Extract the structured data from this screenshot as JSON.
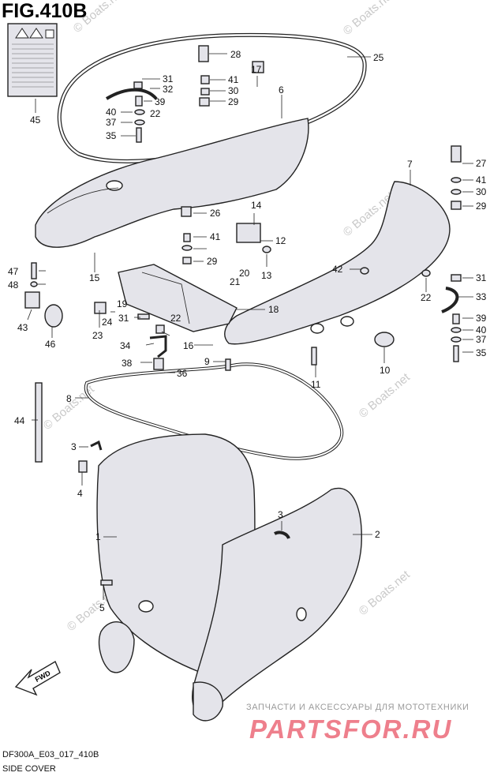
{
  "figure": {
    "title": "FIG.410B",
    "model_code": "DF300A_E03_017_410B",
    "caption": "SIDE COVER"
  },
  "watermark": "© Boats.net",
  "shop": {
    "tagline": "ЗАПЧАСТИ И АКСЕССУАРЫ ДЛЯ МОТОТЕХНИКИ",
    "logo_text": "PARTSFOR.RU"
  },
  "direction_label": "FWD",
  "labels": {
    "p1": "1",
    "p2": "2",
    "p3a": "3",
    "p3b": "3",
    "p4": "4",
    "p5": "5",
    "p6": "6",
    "p7": "7",
    "p8": "8",
    "p9": "9",
    "p10": "10",
    "p11": "11",
    "p12": "12",
    "p13": "13",
    "p14": "14",
    "p15": "15",
    "p16": "16",
    "p17": "17",
    "p18": "18",
    "p19": "19",
    "p20": "20",
    "p21": "21",
    "p22a": "22",
    "p22b": "22",
    "p22c": "22",
    "p23": "23",
    "p24": "24",
    "p25": "25",
    "p26": "26",
    "p27": "27",
    "p28": "28",
    "p29a": "29",
    "p29b": "29",
    "p29c": "29",
    "p30a": "30",
    "p30b": "30",
    "p31a": "31",
    "p31b": "31",
    "p31c": "31",
    "p32": "32",
    "p33": "33",
    "p34": "34",
    "p35a": "35",
    "p35b": "35",
    "p36": "36",
    "p37a": "37",
    "p37b": "37",
    "p38": "38",
    "p39a": "39",
    "p39b": "39",
    "p40a": "40",
    "p40b": "40",
    "p41a": "41",
    "p41b": "41",
    "p41c": "41",
    "p42": "42",
    "p43": "43",
    "p44": "44",
    "p45": "45",
    "p46": "46",
    "p47": "47",
    "p48": "48"
  }
}
